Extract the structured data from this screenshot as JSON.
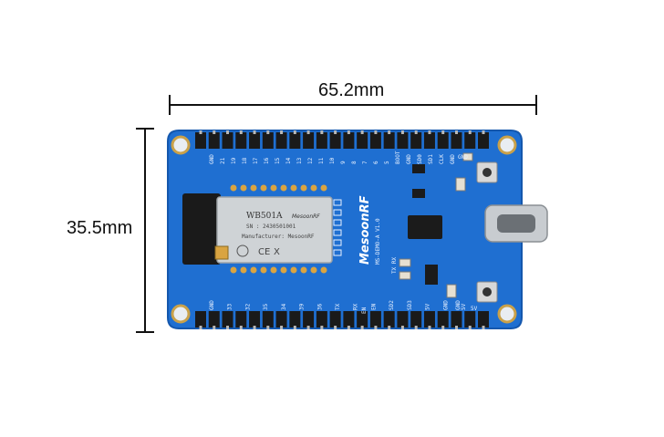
{
  "dimensions": {
    "width_label": "65.2mm",
    "height_label": "35.5mm"
  },
  "module": {
    "model": "WB501A",
    "brand": "MesoonRF",
    "serial": "SN : 2430501001",
    "manufacturer": "Manufacturer: MesoonRF",
    "marks": [
      "CE",
      "X"
    ]
  },
  "board": {
    "brand": "MesoonRF",
    "board_name": "MS-DEMO-A V1.0",
    "top_pins": [
      "GND",
      "21",
      "19",
      "18",
      "17",
      "16",
      "15",
      "14",
      "13",
      "12",
      "11",
      "10",
      "9",
      "8",
      "7",
      "6",
      "5",
      "BOOT",
      "GND",
      "SD0",
      "SD1",
      "CLK",
      "GND"
    ],
    "bottom_pins": [
      "GND",
      "33",
      "32",
      "35",
      "34",
      "39",
      "36",
      "TX",
      "RX",
      "EN",
      "SD2",
      "SD3",
      "5V",
      "GND",
      "5V"
    ],
    "labels": {
      "tx_rx": "TX RX",
      "gnd_top": "GND",
      "gnd_bottom": "GND",
      "v5": "5V",
      "en": "EN"
    }
  },
  "colors": {
    "pcb": "#1f6fd1",
    "pcb_edge": "#1457ad",
    "shield": "#cfd3d6",
    "header": "#1a1a1a",
    "gold": "#d9a441"
  }
}
